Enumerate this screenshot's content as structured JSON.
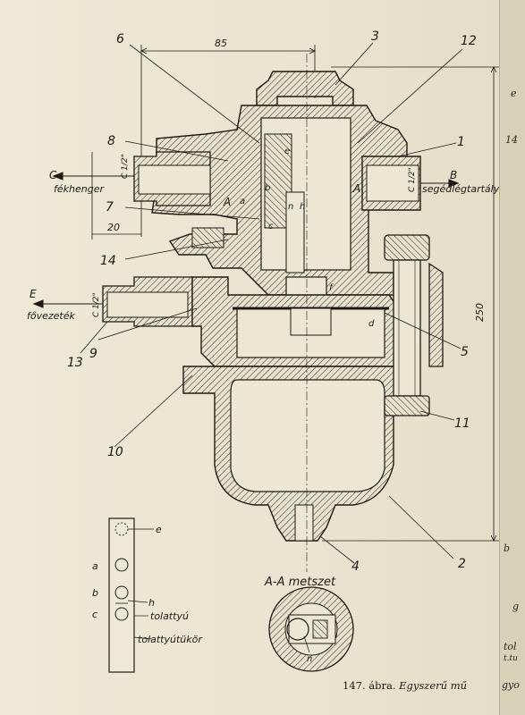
{
  "drawing": {
    "callouts": [
      "1",
      "2",
      "3",
      "4",
      "5",
      "6",
      "7",
      "8",
      "9",
      "10",
      "11",
      "12",
      "13",
      "14"
    ],
    "dimensions": {
      "width_top": "85",
      "offset_left": "20",
      "height_right": "250"
    },
    "connection_size": "C 1/2\"",
    "ports": {
      "c_letter": "C",
      "c_name": "fékhenger",
      "b_letter": "B",
      "b_name": "segédlégtartály",
      "e_letter": "E",
      "e_name": "fővezeték"
    },
    "section_marks": {
      "left": "A",
      "right": "A"
    },
    "inner_letters": [
      "e",
      "a",
      "b",
      "c",
      "d",
      "f",
      "h",
      "n"
    ]
  },
  "detail_view": {
    "title": "A-A metszet",
    "letter": "n"
  },
  "port_diagram": {
    "letters": [
      "e",
      "a",
      "b",
      "h",
      "c"
    ],
    "labels": [
      "tolattyú",
      "tolattyútükör"
    ]
  },
  "caption": {
    "number": "147. ábra.",
    "text": "Egyszerű mű"
  },
  "neighbor_page": {
    "fragments": [
      "14",
      "e",
      "b",
      "g",
      "tol",
      "t.tu",
      "gyo"
    ]
  }
}
